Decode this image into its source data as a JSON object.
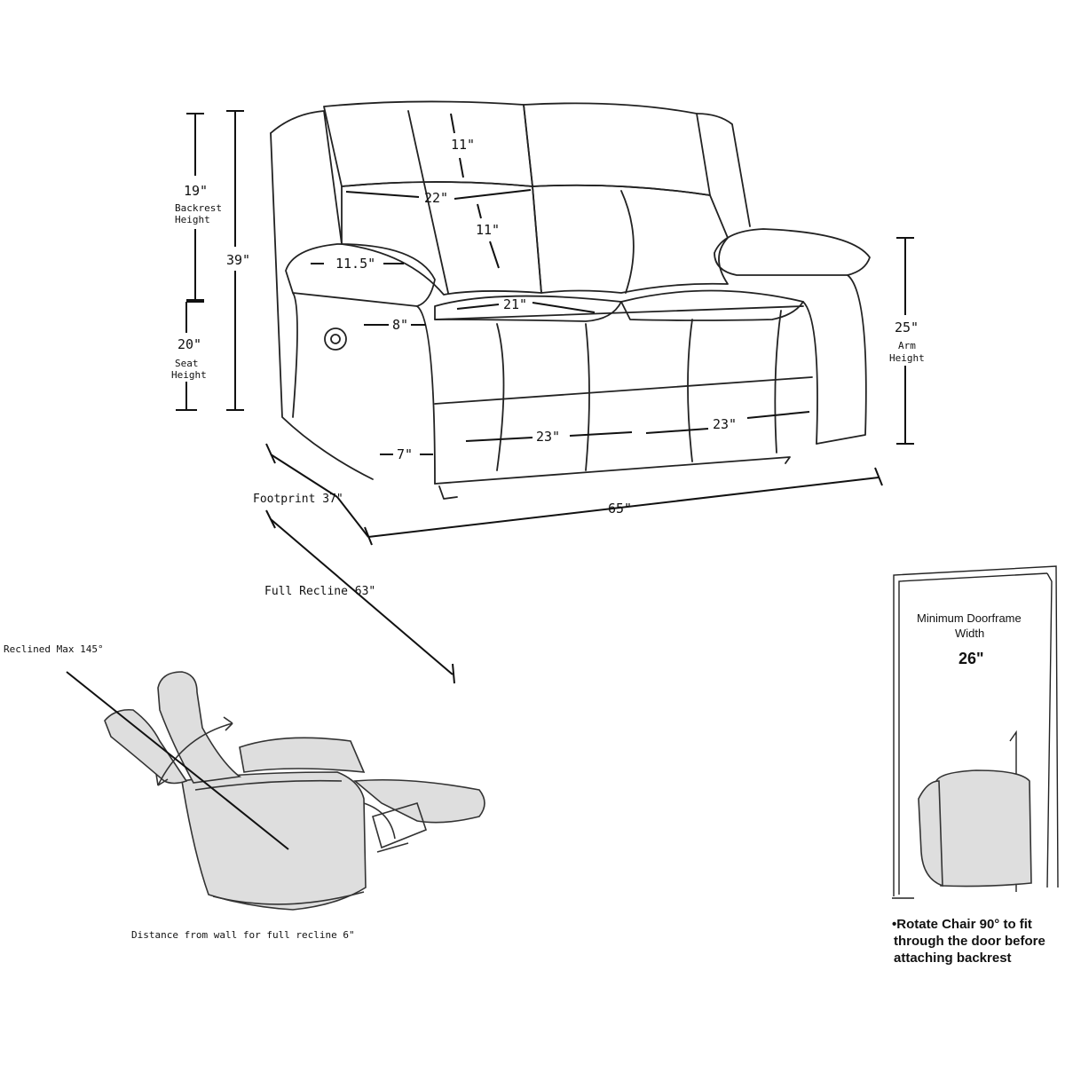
{
  "sofa_dimensions": {
    "backrest_upper_height": "19\"",
    "backrest_label": "Backrest Height",
    "total_height": "39\"",
    "seat_height": "20\"",
    "seat_label": "Seat Height",
    "backrest_top_depth": "11\"",
    "backrest_width": "22\"",
    "backrest_lower_depth": "11\"",
    "arm_width": "11.5\"",
    "arm_depth": "8\"",
    "seat_depth": "21\"",
    "arm_height": "25\"",
    "arm_label": "Arm Height",
    "seat_width_left": "23\"",
    "seat_width_right": "23\"",
    "base_height": "7\"",
    "footprint": "Footprint 37\"",
    "total_width": "65\"",
    "full_recline": "Full Recline 63\""
  },
  "recliner": {
    "max_angle": "Reclined Max 145°",
    "wall_distance": "Distance from wall for full recline 6\""
  },
  "doorframe": {
    "title": "Minimum Doorframe Width",
    "width": "26\"",
    "note_line1": "•Rotate Chair 90° to fit",
    "note_line2": "through the door before",
    "note_line3": "attaching backrest"
  }
}
